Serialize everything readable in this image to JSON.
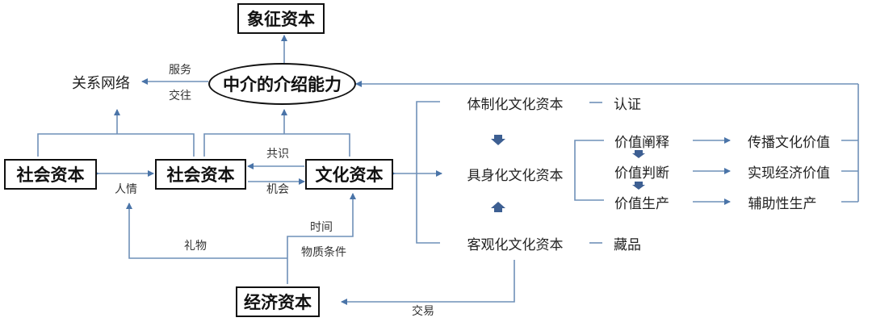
{
  "colors": {
    "arrow": "#4a74a8",
    "line": "#6f90b8",
    "border": "#111111"
  },
  "nodes": {
    "symbolic_capital": "象征资本",
    "mediation_ability": "中介的介绍能力",
    "relationship_network": "关系网络",
    "social_capital_left": "社会资本",
    "social_capital_mid": "社会资本",
    "cultural_capital": "文化资本",
    "economic_capital": "经济资本",
    "institutionalized": "体制化文化资本",
    "embodied": "具身化文化资本",
    "objectified": "客观化文化资本",
    "certification": "认证",
    "collection": "藏品",
    "value_interpretation": "价值阐释",
    "value_judgment": "价值判断",
    "value_production": "价值生产",
    "spread_cultural_value": "传播文化价值",
    "realize_economic_value": "实现经济价值",
    "auxiliary_production": "辅助性生产"
  },
  "labels": {
    "service": "服务",
    "interaction": "交往",
    "favor": "人情",
    "consensus": "共识",
    "opportunity": "机会",
    "gift": "礼物",
    "time": "时间",
    "material_conditions": "物质条件",
    "trade": "交易"
  }
}
